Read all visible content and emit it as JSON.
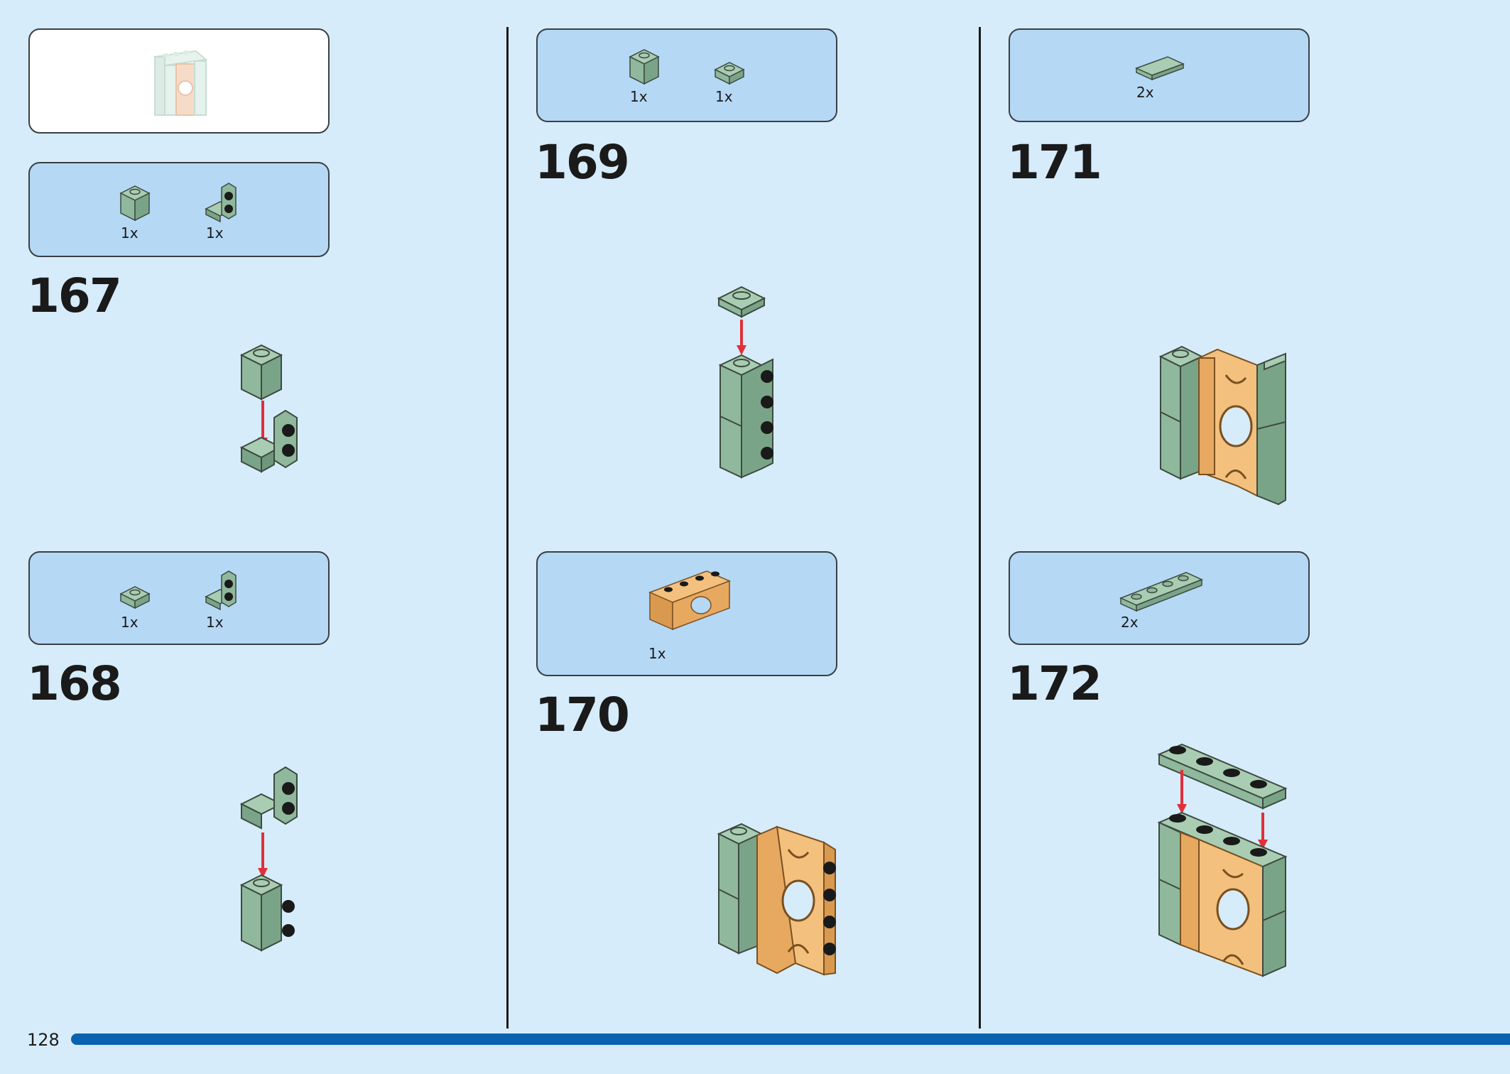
{
  "page": {
    "number": "128",
    "bar_color": "#0b63b0",
    "background": "#d6ecfa"
  },
  "colors": {
    "sand_green": "#8fb89c",
    "tan": "#e7a860",
    "arrow_red": "#e0303a",
    "callout": "#b5d8f5"
  },
  "submodel_preview": {
    "icon": "wall-assembly-preview-icon"
  },
  "steps": [
    {
      "number": "167",
      "parts": [
        {
          "qty": "1x",
          "icon": "sand-green-brick-1x1-icon"
        },
        {
          "qty": "1x",
          "icon": "sand-green-bracket-icon"
        }
      ]
    },
    {
      "number": "168",
      "parts": [
        {
          "qty": "1x",
          "icon": "sand-green-plate-1x1-icon"
        },
        {
          "qty": "1x",
          "icon": "sand-green-bracket-icon"
        }
      ]
    },
    {
      "number": "169",
      "parts": [
        {
          "qty": "1x",
          "icon": "sand-green-brick-1x1-icon"
        },
        {
          "qty": "1x",
          "icon": "sand-green-plate-1x1-icon"
        }
      ]
    },
    {
      "number": "170",
      "parts": [
        {
          "qty": "1x",
          "icon": "tan-arch-fence-icon"
        }
      ]
    },
    {
      "number": "171",
      "parts": [
        {
          "qty": "2x",
          "icon": "sand-green-tile-1x2-icon"
        }
      ]
    },
    {
      "number": "172",
      "parts": [
        {
          "qty": "2x",
          "icon": "sand-green-plate-1x4-icon"
        }
      ]
    }
  ]
}
